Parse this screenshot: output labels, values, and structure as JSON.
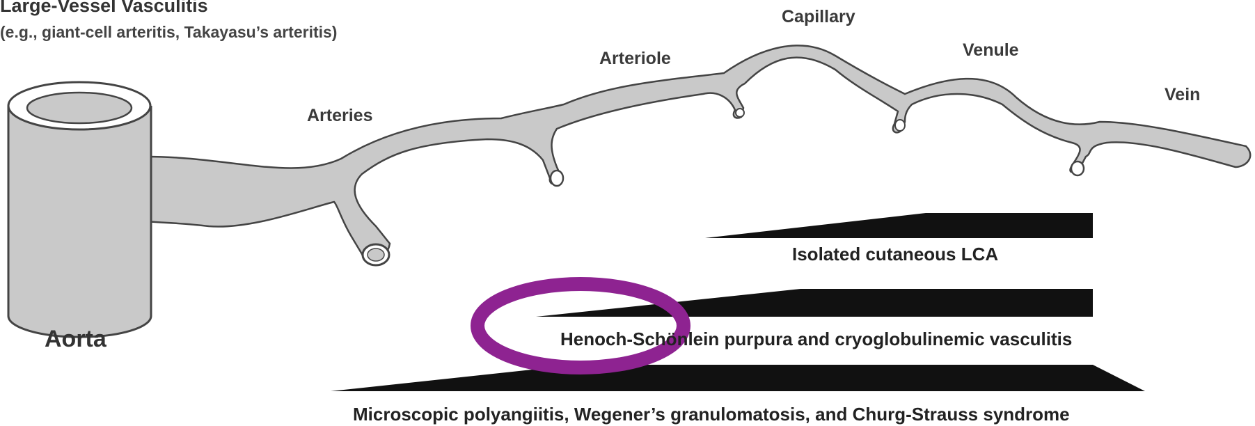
{
  "header": {
    "title": "Large-Vessel Vasculitis",
    "subtitle": "(e.g., giant-cell arteritis, Takayasu’s arteritis)"
  },
  "vessels": {
    "aorta": "Aorta",
    "arteries": "Arteries",
    "arteriole": "Arteriole",
    "capillary": "Capillary",
    "venule": "Venule",
    "vein": "Vein"
  },
  "wedges": [
    {
      "label": "Isolated cutaneous LCA"
    },
    {
      "label": "Henoch-Schönlein purpura and cryoglobulinemic vasculitis"
    },
    {
      "label": "Microscopic polyangiitis, Wegener’s granulomatosis, and Churg-Strauss syndrome"
    }
  ],
  "colors": {
    "vessel_fill": "#c9c9c9",
    "vessel_stroke": "#444444",
    "wedge_fill": "#111111",
    "highlight_ellipse": "#8e2391"
  }
}
